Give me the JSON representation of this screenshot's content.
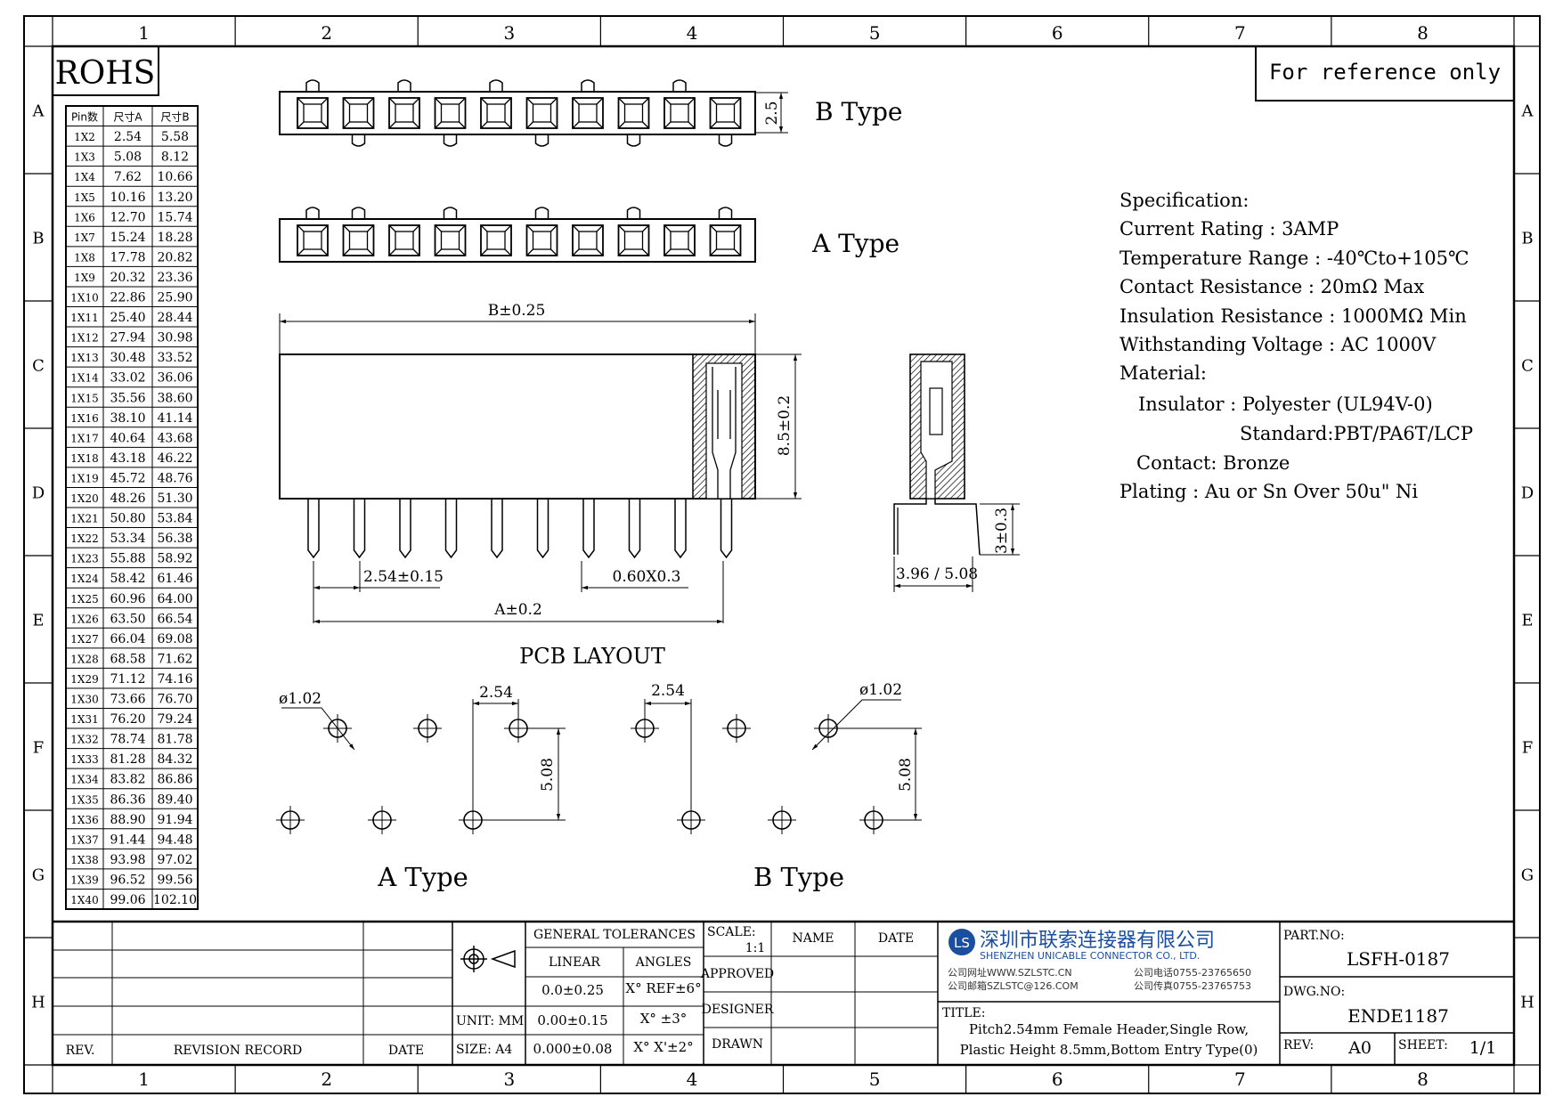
{
  "border": {
    "columns": [
      "1",
      "2",
      "3",
      "4",
      "5",
      "6",
      "7",
      "8"
    ],
    "rows": [
      "A",
      "B",
      "C",
      "D",
      "E",
      "F",
      "G",
      "H"
    ]
  },
  "rohs": "ROHS",
  "reference_note": "For reference only",
  "size_table": {
    "headers": [
      "Pin数",
      "尺寸A",
      "尺寸B"
    ],
    "rows": [
      [
        "1X2",
        "2.54",
        "5.58"
      ],
      [
        "1X3",
        "5.08",
        "8.12"
      ],
      [
        "1X4",
        "7.62",
        "10.66"
      ],
      [
        "1X5",
        "10.16",
        "13.20"
      ],
      [
        "1X6",
        "12.70",
        "15.74"
      ],
      [
        "1X7",
        "15.24",
        "18.28"
      ],
      [
        "1X8",
        "17.78",
        "20.82"
      ],
      [
        "1X9",
        "20.32",
        "23.36"
      ],
      [
        "1X10",
        "22.86",
        "25.90"
      ],
      [
        "1X11",
        "25.40",
        "28.44"
      ],
      [
        "1X12",
        "27.94",
        "30.98"
      ],
      [
        "1X13",
        "30.48",
        "33.52"
      ],
      [
        "1X14",
        "33.02",
        "36.06"
      ],
      [
        "1X15",
        "35.56",
        "38.60"
      ],
      [
        "1X16",
        "38.10",
        "41.14"
      ],
      [
        "1X17",
        "40.64",
        "43.68"
      ],
      [
        "1X18",
        "43.18",
        "46.22"
      ],
      [
        "1X19",
        "45.72",
        "48.76"
      ],
      [
        "1X20",
        "48.26",
        "51.30"
      ],
      [
        "1X21",
        "50.80",
        "53.84"
      ],
      [
        "1X22",
        "53.34",
        "56.38"
      ],
      [
        "1X23",
        "55.88",
        "58.92"
      ],
      [
        "1X24",
        "58.42",
        "61.46"
      ],
      [
        "1X25",
        "60.96",
        "64.00"
      ],
      [
        "1X26",
        "63.50",
        "66.54"
      ],
      [
        "1X27",
        "66.04",
        "69.08"
      ],
      [
        "1X28",
        "68.58",
        "71.62"
      ],
      [
        "1X29",
        "71.12",
        "74.16"
      ],
      [
        "1X30",
        "73.66",
        "76.70"
      ],
      [
        "1X31",
        "76.20",
        "79.24"
      ],
      [
        "1X32",
        "78.74",
        "81.78"
      ],
      [
        "1X33",
        "81.28",
        "84.32"
      ],
      [
        "1X34",
        "83.82",
        "86.86"
      ],
      [
        "1X35",
        "86.36",
        "89.40"
      ],
      [
        "1X36",
        "88.90",
        "91.94"
      ],
      [
        "1X37",
        "91.44",
        "94.48"
      ],
      [
        "1X38",
        "93.98",
        "97.02"
      ],
      [
        "1X39",
        "96.52",
        "99.56"
      ],
      [
        "1X40",
        "99.06",
        "102.10"
      ]
    ]
  },
  "drawing": {
    "top_view_b_label": "B Type",
    "top_view_b_dim": "2.5",
    "top_view_a_label": "A Type",
    "dim_b": "B±0.25",
    "dim_height": "8.5±0.2",
    "dim_pitch": "2.54±0.15",
    "dim_pin": "0.60X0.3",
    "dim_a": "A±0.2",
    "dim_side_width": "3.96 / 5.08",
    "dim_tail": "3±0.3",
    "pcb_title": "PCB LAYOUT",
    "pcb_a_hole": "ø1.02",
    "pcb_a_pitch": "2.54",
    "pcb_a_row": "5.08",
    "pcb_a_label": "A Type",
    "pcb_b_pitch": "2.54",
    "pcb_b_hole": "ø1.02",
    "pcb_b_row": "5.08",
    "pcb_b_label": "B Type"
  },
  "specification": {
    "title": "Specification:",
    "current": "Current Rating : 3AMP",
    "temperature": "Temperature Range : -40℃to+105℃",
    "contact_resistance": "Contact Resistance : 20mΩ Max",
    "insulation": "Insulation Resistance : 1000MΩ Min",
    "voltage": "Withstanding Voltage : AC 1000V",
    "material": "Material:",
    "insulator": "Insulator : Polyester (UL94V-0)",
    "standard": "Standard:PBT/PA6T/LCP",
    "contact": "Contact: Bronze",
    "plating": "Plating : Au or Sn Over 50u\" Ni"
  },
  "title_block": {
    "rev_header": "REV.",
    "revision_record_header": "REVISION RECORD",
    "date_header": "DATE",
    "unit": "UNIT: MM",
    "size": "SIZE: A4",
    "general_tolerances": "GENERAL TOLERANCES",
    "linear": "LINEAR",
    "angles": "ANGLES",
    "tol_linear": [
      "0.0±0.25",
      "0.00±0.15",
      "0.000±0.08"
    ],
    "tol_angles": [
      "X° REF±6°",
      "X° ±3°",
      "X° X'±2°"
    ],
    "scale_label": "SCALE:",
    "scale_value": "1:1",
    "name_header": "NAME",
    "date_header2": "DATE",
    "approved": "APPROVED",
    "designer": "DESIGNER",
    "drawn": "DRAWN",
    "company_logo": "LS",
    "company_cn": "深圳市联索连接器有限公司",
    "company_en": "SHENZHEN UNICABLE CONNECTOR CO., LTD.",
    "web": "公司网址WWW.SZLSTC.CN",
    "phone": "公司电话0755-23765650",
    "email": "公司邮箱SZLSTC@126.COM",
    "fax": "公司传真0755-23765753",
    "title_label": "TITLE:",
    "title_line1": "Pitch2.54mm Female Header,Single Row,",
    "title_line2": "Plastic Height 8.5mm,Bottom Entry Type(0)",
    "part_no_label": "PART.NO:",
    "part_no": "LSFH-0187",
    "dwg_no_label": "DWG.NO:",
    "dwg_no": "ENDE1187",
    "rev_label": "REV:",
    "rev_value": "A0",
    "sheet_label": "SHEET:",
    "sheet_value": "1/1"
  },
  "colors": {
    "company_blue": "#1a4fa0",
    "line": "#000000",
    "hatch": "#000000"
  }
}
